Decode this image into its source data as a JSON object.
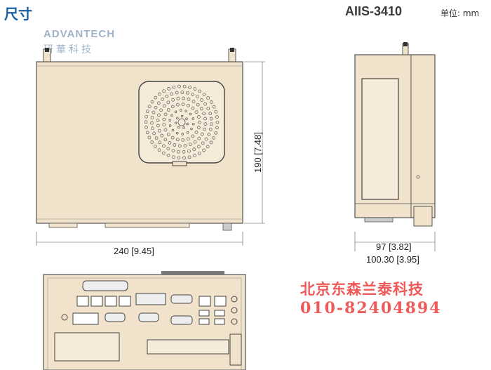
{
  "header": {
    "title": "尺寸",
    "model": "AIIS-3410",
    "unit": "单位: mm"
  },
  "logo": {
    "name": "ADVANTECH",
    "name_cn": "研華科技"
  },
  "dimensions": {
    "width": "240 [9.45]",
    "height": "190 [7.48]",
    "depth": "97 [3.82]",
    "depth_total": "100.30 [3.95]"
  },
  "watermark": {
    "company": "北京东森兰泰科技",
    "phone": "010-82404894"
  },
  "colors": {
    "body": "#f1e2cb",
    "outline": "#555555",
    "title": "#1a5fa8",
    "watermark": "#ee5a5a"
  }
}
